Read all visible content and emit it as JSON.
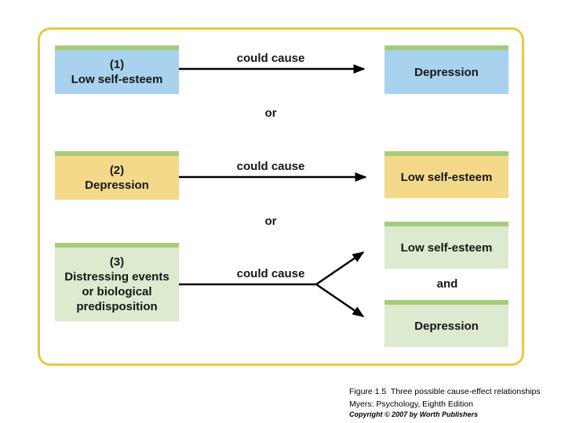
{
  "figure": {
    "row1": {
      "left_label": "(1)\nLow self-esteem",
      "connector_label": "could cause",
      "right_label": "Depression"
    },
    "or_1": "or",
    "row2": {
      "left_label": "(2)\nDepression",
      "connector_label": "could cause",
      "right_label": "Low self-esteem"
    },
    "or_2": "or",
    "row3": {
      "left_label": "(3)\nDistressing events\nor biological\npredisposition",
      "connector_label": "could cause",
      "right_top_label": "Low self-esteem",
      "join_label": "and",
      "right_bottom_label": "Depression"
    }
  },
  "caption": {
    "line1": "Figure 1.5  Three possible cause-effect relationships",
    "line2": "Myers: Psychology, Eighth Edition",
    "line3": "Copyright © 2007 by Worth Publishers"
  },
  "colors": {
    "frame_border": "#e8c842",
    "blue_box": "#a8d2ee",
    "yellow_box": "#f5d98b",
    "green_box": "#dcead0",
    "box_top_strip": "#a6cc7a",
    "arrow": "#000000"
  }
}
